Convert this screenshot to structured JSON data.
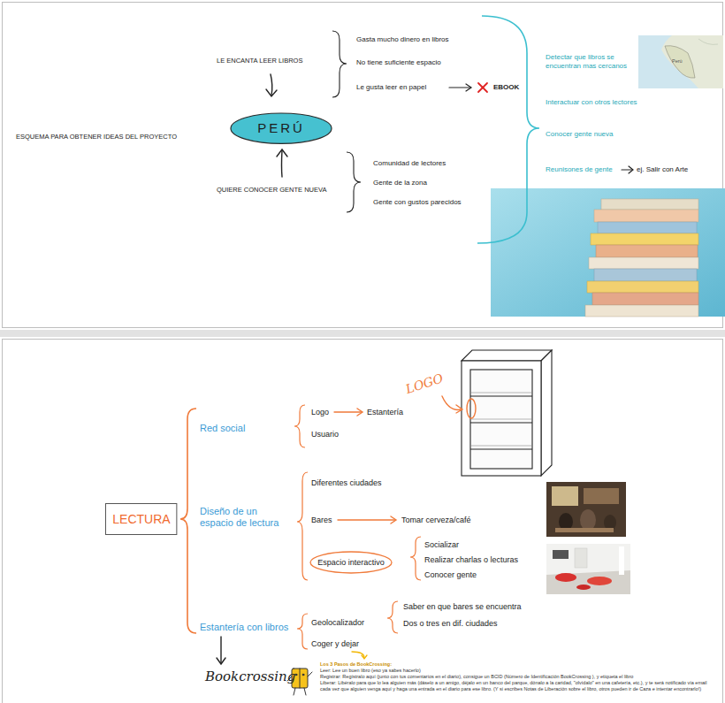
{
  "diagram": {
    "title": "ESQUEMA PARA OBTENER IDEAS DEL PROYECTO",
    "nodes": [
      {
        "text": [
          "PERÚ"
        ]
      },
      {
        "text": [
          "LECTURA"
        ]
      },
      {
        "text": [
          "Espacio interactivo"
        ]
      }
    ],
    "labels": [
      "LE ENCANTA LEER LIBROS",
      "Gasta mucho dinero en libros",
      "No tiene suficiente espacio",
      "Le gusta leer en papel",
      "EBOOK",
      "Comunidad de lectores",
      "Gente de la zona",
      "Gente con gustos parecidos",
      "QUIERE CONOCER GENTE NUEVA",
      "Detectar que libros se encuentran mas cercanos",
      "Perú",
      "Interactuar con otros lectores",
      "Conocer gente nueva",
      "Reunisones de gente",
      "ej. Salir con Arte",
      "Red social",
      "Logo",
      "Estantería",
      "LOGO",
      "Usuario",
      "Diseño de un espacio de lectura",
      "Diferentes ciudades",
      "Bares",
      "Tomar cerveza/café",
      "Socializar",
      "Realizar charlas o lecturas",
      "Conocer gente",
      "Estantería con libros",
      "Geolocalizador",
      "Saber en que bares se encuentra",
      "Dos o tres en dif. ciudades",
      "Coger y dejar",
      "Bookcrossing",
      "Los 3 Pasos de BookCrossing:",
      "Leer: Lee un buen libro (eso ya sabes hacerlo)",
      "Registrar: Regístralo aquí (junto con tus comentarios en el diario), consigue un BCID (Número de Identificación BookCrossing ), y etiqueta el libro",
      "Liberar: Libéralo para que lo lea alguien más (dáselo a un amigo, déjalo en un banco del parque, dónalo a la caridad, \"olvídalo\" en una cafetería, etc.), y te será notificado vía email cada vez que alguien venga aquí y haga una entrada en el diario para ese libro. (Y si escribes Notas de Liberación sobre el libro, otros pueden ir de Caza e intentar encontrarlo!)"
    ]
  }
}
